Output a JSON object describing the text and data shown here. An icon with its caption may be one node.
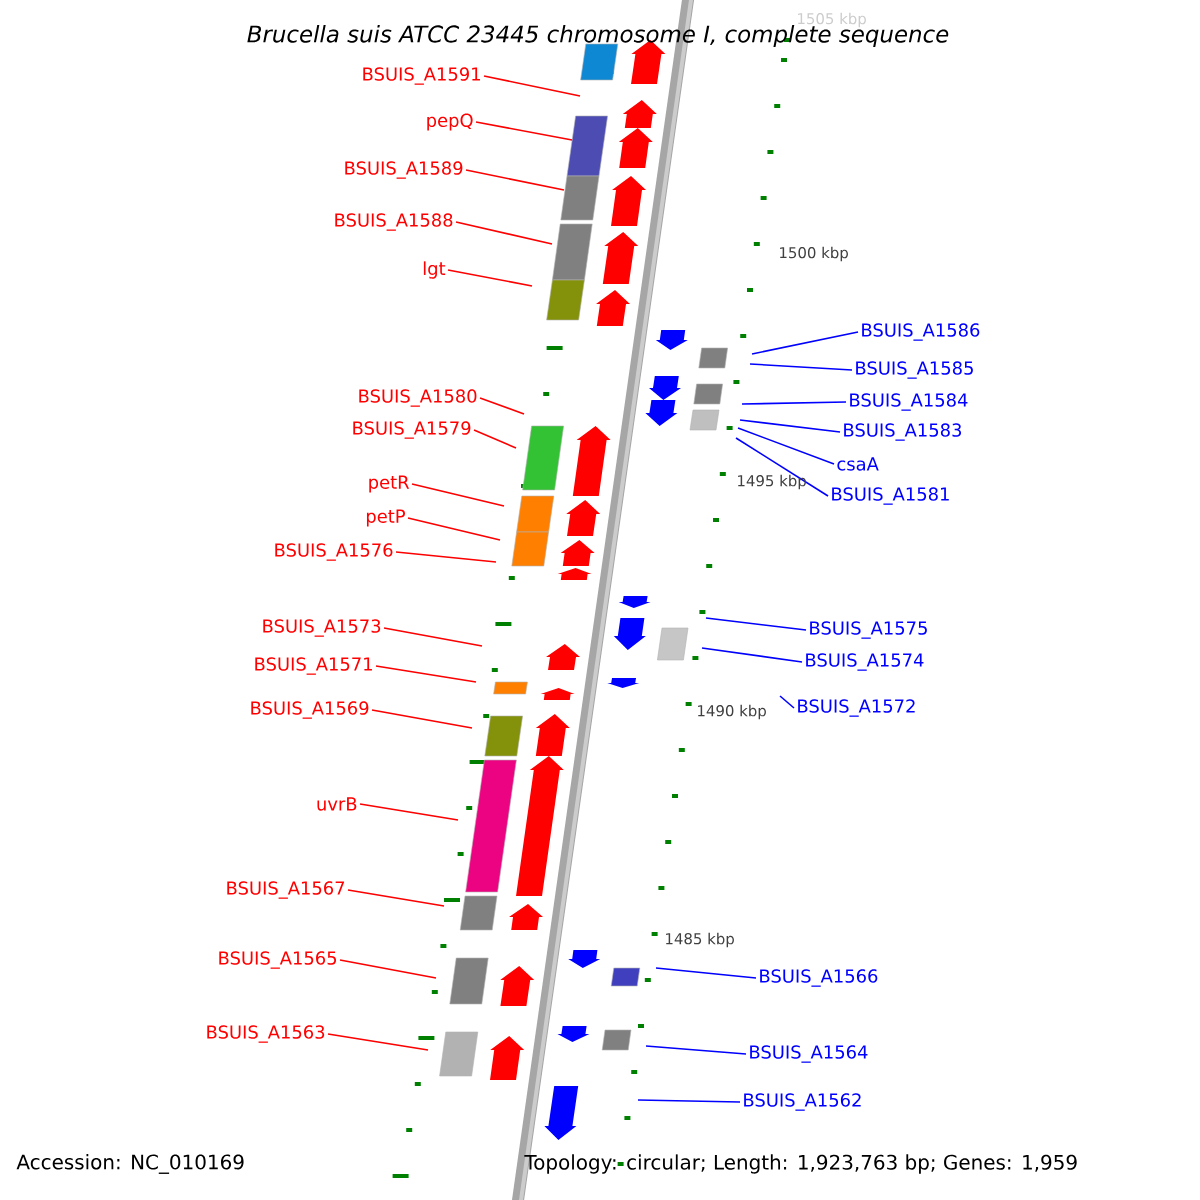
{
  "diagram": {
    "title": "Brucella suis ATCC 23445 chromosome I, complete sequence",
    "nodes": [
      {
        "text": [
          "BSUIS_A1591"
        ]
      },
      {
        "text": [
          "pepQ"
        ]
      },
      {
        "text": [
          "BSUIS_A1589"
        ]
      },
      {
        "text": [
          "BSUIS_A1588"
        ]
      },
      {
        "text": [
          "lgt"
        ]
      },
      {
        "text": [
          "BSUIS_A1580"
        ]
      },
      {
        "text": [
          "BSUIS_A1579"
        ]
      },
      {
        "text": [
          "petR"
        ]
      },
      {
        "text": [
          "petP"
        ]
      },
      {
        "text": [
          "BSUIS_A1576"
        ]
      },
      {
        "text": [
          "BSUIS_A1573"
        ]
      },
      {
        "text": [
          "BSUIS_A1571"
        ]
      },
      {
        "text": [
          "BSUIS_A1569"
        ]
      },
      {
        "text": [
          "uvrB"
        ]
      },
      {
        "text": [
          "BSUIS_A1567"
        ]
      },
      {
        "text": [
          "BSUIS_A1565"
        ]
      },
      {
        "text": [
          "BSUIS_A1563"
        ]
      },
      {
        "text": [
          "BSUIS_A1586"
        ]
      },
      {
        "text": [
          "BSUIS_A1585"
        ]
      },
      {
        "text": [
          "BSUIS_A1584"
        ]
      },
      {
        "text": [
          "BSUIS_A1583"
        ]
      },
      {
        "text": [
          "csaA"
        ]
      },
      {
        "text": [
          "BSUIS_A1581"
        ]
      },
      {
        "text": [
          "BSUIS_A1575"
        ]
      },
      {
        "text": [
          "BSUIS_A1574"
        ]
      },
      {
        "text": [
          "BSUIS_A1572"
        ]
      },
      {
        "text": [
          "BSUIS_A1566"
        ]
      },
      {
        "text": [
          "BSUIS_A1564"
        ]
      },
      {
        "text": [
          "BSUIS_A1562"
        ]
      }
    ],
    "edges": [
      {
        "from": 0,
        "to": null,
        "arrow": "none"
      },
      {
        "from": 1,
        "to": null,
        "arrow": "none"
      },
      {
        "from": 2,
        "to": null,
        "arrow": "none"
      },
      {
        "from": 3,
        "to": null,
        "arrow": "none"
      },
      {
        "from": 4,
        "to": null,
        "arrow": "none"
      },
      {
        "from": 5,
        "to": null,
        "arrow": "none"
      },
      {
        "from": 6,
        "to": null,
        "arrow": "none"
      },
      {
        "from": 7,
        "to": null,
        "arrow": "none"
      },
      {
        "from": 8,
        "to": null,
        "arrow": "none"
      },
      {
        "from": 9,
        "to": null,
        "arrow": "none"
      },
      {
        "from": 10,
        "to": null,
        "arrow": "none"
      },
      {
        "from": 11,
        "to": null,
        "arrow": "none"
      },
      {
        "from": 12,
        "to": null,
        "arrow": "none"
      },
      {
        "from": 13,
        "to": null,
        "arrow": "none"
      },
      {
        "from": 14,
        "to": null,
        "arrow": "none"
      },
      {
        "from": 15,
        "to": null,
        "arrow": "none"
      },
      {
        "from": 16,
        "to": null,
        "arrow": "none"
      },
      {
        "from": 17,
        "to": null,
        "arrow": "none",
        "color": "#0000ff"
      },
      {
        "from": 18,
        "to": null,
        "arrow": "none",
        "color": "#0000ff"
      },
      {
        "from": 19,
        "to": null,
        "arrow": "none",
        "color": "#0000ff"
      },
      {
        "from": 20,
        "to": null,
        "arrow": "none",
        "color": "#0000ff"
      },
      {
        "from": 21,
        "to": null,
        "arrow": "none",
        "color": "#0000ff"
      },
      {
        "from": 22,
        "to": null,
        "arrow": "none",
        "color": "#0000ff"
      },
      {
        "from": 23,
        "to": null,
        "arrow": "none",
        "color": "#0000ff"
      },
      {
        "from": 24,
        "to": null,
        "arrow": "none",
        "color": "#0000ff"
      },
      {
        "from": 25,
        "to": null,
        "arrow": "none",
        "color": "#0000ff"
      },
      {
        "from": 26,
        "to": null,
        "arrow": "none",
        "color": "#0000ff"
      },
      {
        "from": 27,
        "to": null,
        "arrow": "none",
        "color": "#0000ff"
      },
      {
        "from": 28,
        "to": null,
        "arrow": "none",
        "color": "#0000ff"
      }
    ],
    "labels": [
      "1505 kbp",
      "1500 kbp",
      "1495 kbp",
      "1490 kbp",
      "1485 kbp",
      "Accession: NC_010169",
      "Topology: circular; Length: 1,923,763 bp; Genes: 1,959"
    ]
  }
}
